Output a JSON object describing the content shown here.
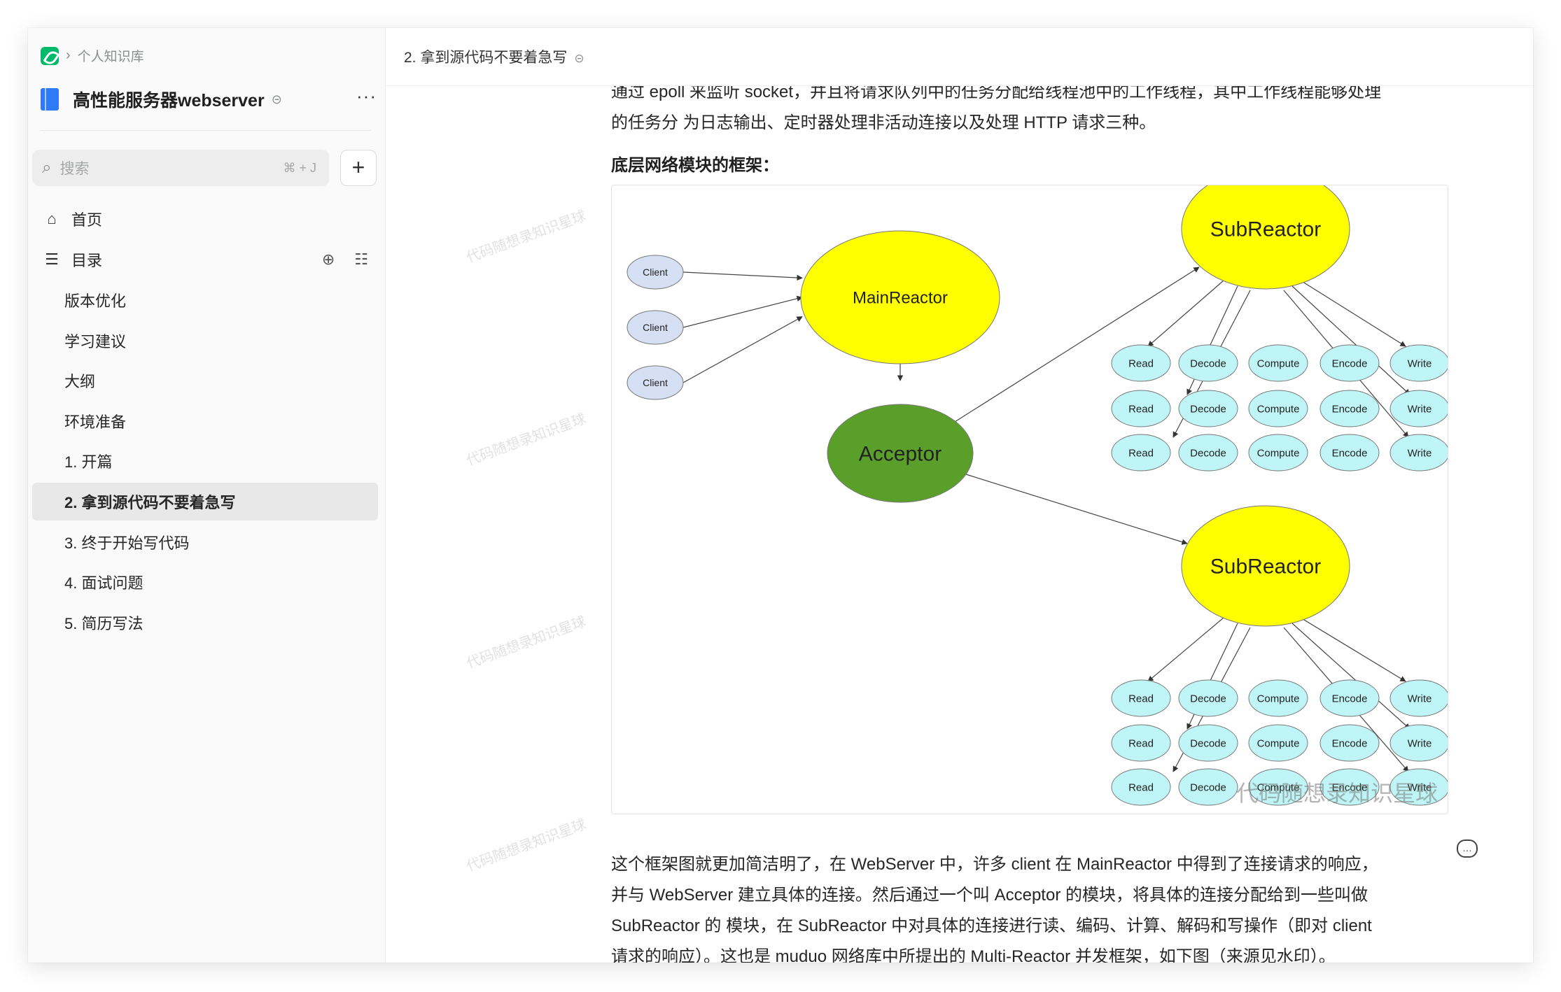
{
  "sidebar": {
    "crumb": "个人知识库",
    "book_title": "高性能服务器webserver",
    "search_placeholder": "搜索",
    "search_shortcut": "⌘ + J",
    "nav": {
      "home": "首页",
      "toc": "目录"
    },
    "toc_items": [
      "版本优化",
      "学习建议",
      "大纲",
      "环境准备",
      "1. 开篇",
      "2. 拿到源代码不要着急写",
      "3. 终于开始写代码",
      "4. 面试问题",
      "5. 简历写法"
    ]
  },
  "header": {
    "title": "2. 拿到源代码不要着急写"
  },
  "content": {
    "para_top_line1": "通过 epoll 来监听 socket，并且将请求队列中的任务分配给线程池中的工作线程，其中工作线程能够处理",
    "para_top_line2": "的任务分 为日志输出、定时器处理非活动连接以及处理 HTTP 请求三种。",
    "heading": "底层网络模块的框架：",
    "para_bottom": [
      " 这个框架图就更加简洁明了，在 WebServer 中，许多 client 在 MainReactor 中得到了连接请求的响应，",
      "并与 WebServer 建立具体的连接。然后通过一个叫 Acceptor 的模块，将具体的连接分配给到一些叫做",
      "SubReactor 的 模块，在 SubReactor 中对具体的连接进行读、编码、计算、解码和写操作（即对 client",
      "请求的响应）。这也是 muduo 网络库中所提出的 Multi-Reactor 并发框架，如下图（来源见水印）。"
    ]
  },
  "diagram": {
    "clients": [
      "Client",
      "Client",
      "Client"
    ],
    "main": "MainReactor",
    "acceptor": "Acceptor",
    "sub": "SubReactor",
    "ops": [
      "Read",
      "Decode",
      "Compute",
      "Encode",
      "Write"
    ],
    "watermark": "代码随想录知识星球"
  },
  "watermark": "代码随想录知识星球",
  "colors": {
    "yellow": "#ffff00",
    "green": "#5a9f2a",
    "cyan": "#bff5f7",
    "client": "#d6e0f5",
    "accent": "#00b96b"
  }
}
